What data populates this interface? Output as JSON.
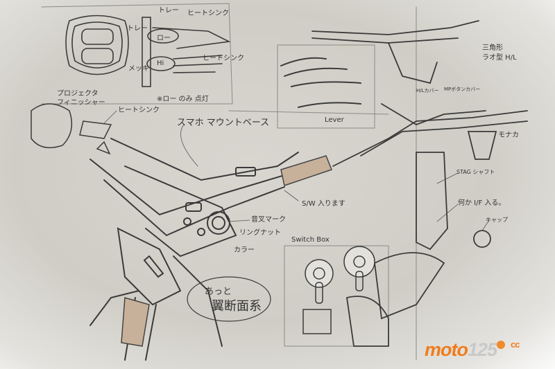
{
  "labels": {
    "tray_top": "トレー",
    "tray_left": "トレー",
    "heatsink_top": "ヒートシンク",
    "heatsink_mid": "ヒートシンク",
    "plating": "メッキ",
    "low": "ロー",
    "hi": "Hi",
    "low_only": "※ロー のみ 点灯",
    "projector_finisher_1": "プロジェクタ",
    "projector_finisher_2": "フィニッシャー",
    "heatsink_left": "ヒートシンク",
    "phone_mount": "スマホ マウントベース",
    "sw_inside": "S/W 入ります",
    "tuning_fork_mark": "音叉マーク",
    "ring_nut": "リングナット",
    "collar": "カラー",
    "wing_note_1": "あっと",
    "wing_note_2": "翼断面系",
    "switch_box": "Switch Box",
    "lever": "Lever",
    "handle_1": "三角形",
    "handle_2": "ラオ型 H/L",
    "hl_cover": "H/Lカバー",
    "mp_button_cover": "MPボタンカバー",
    "monaka": "モナカ",
    "stag_shaft": "STAG シャフト",
    "interface": "何か I/F 入る。",
    "cap": "キャップ"
  },
  "logo": {
    "main": "moto",
    "number": "125",
    "suffix": "cc",
    "accent": "#f07c1e"
  }
}
